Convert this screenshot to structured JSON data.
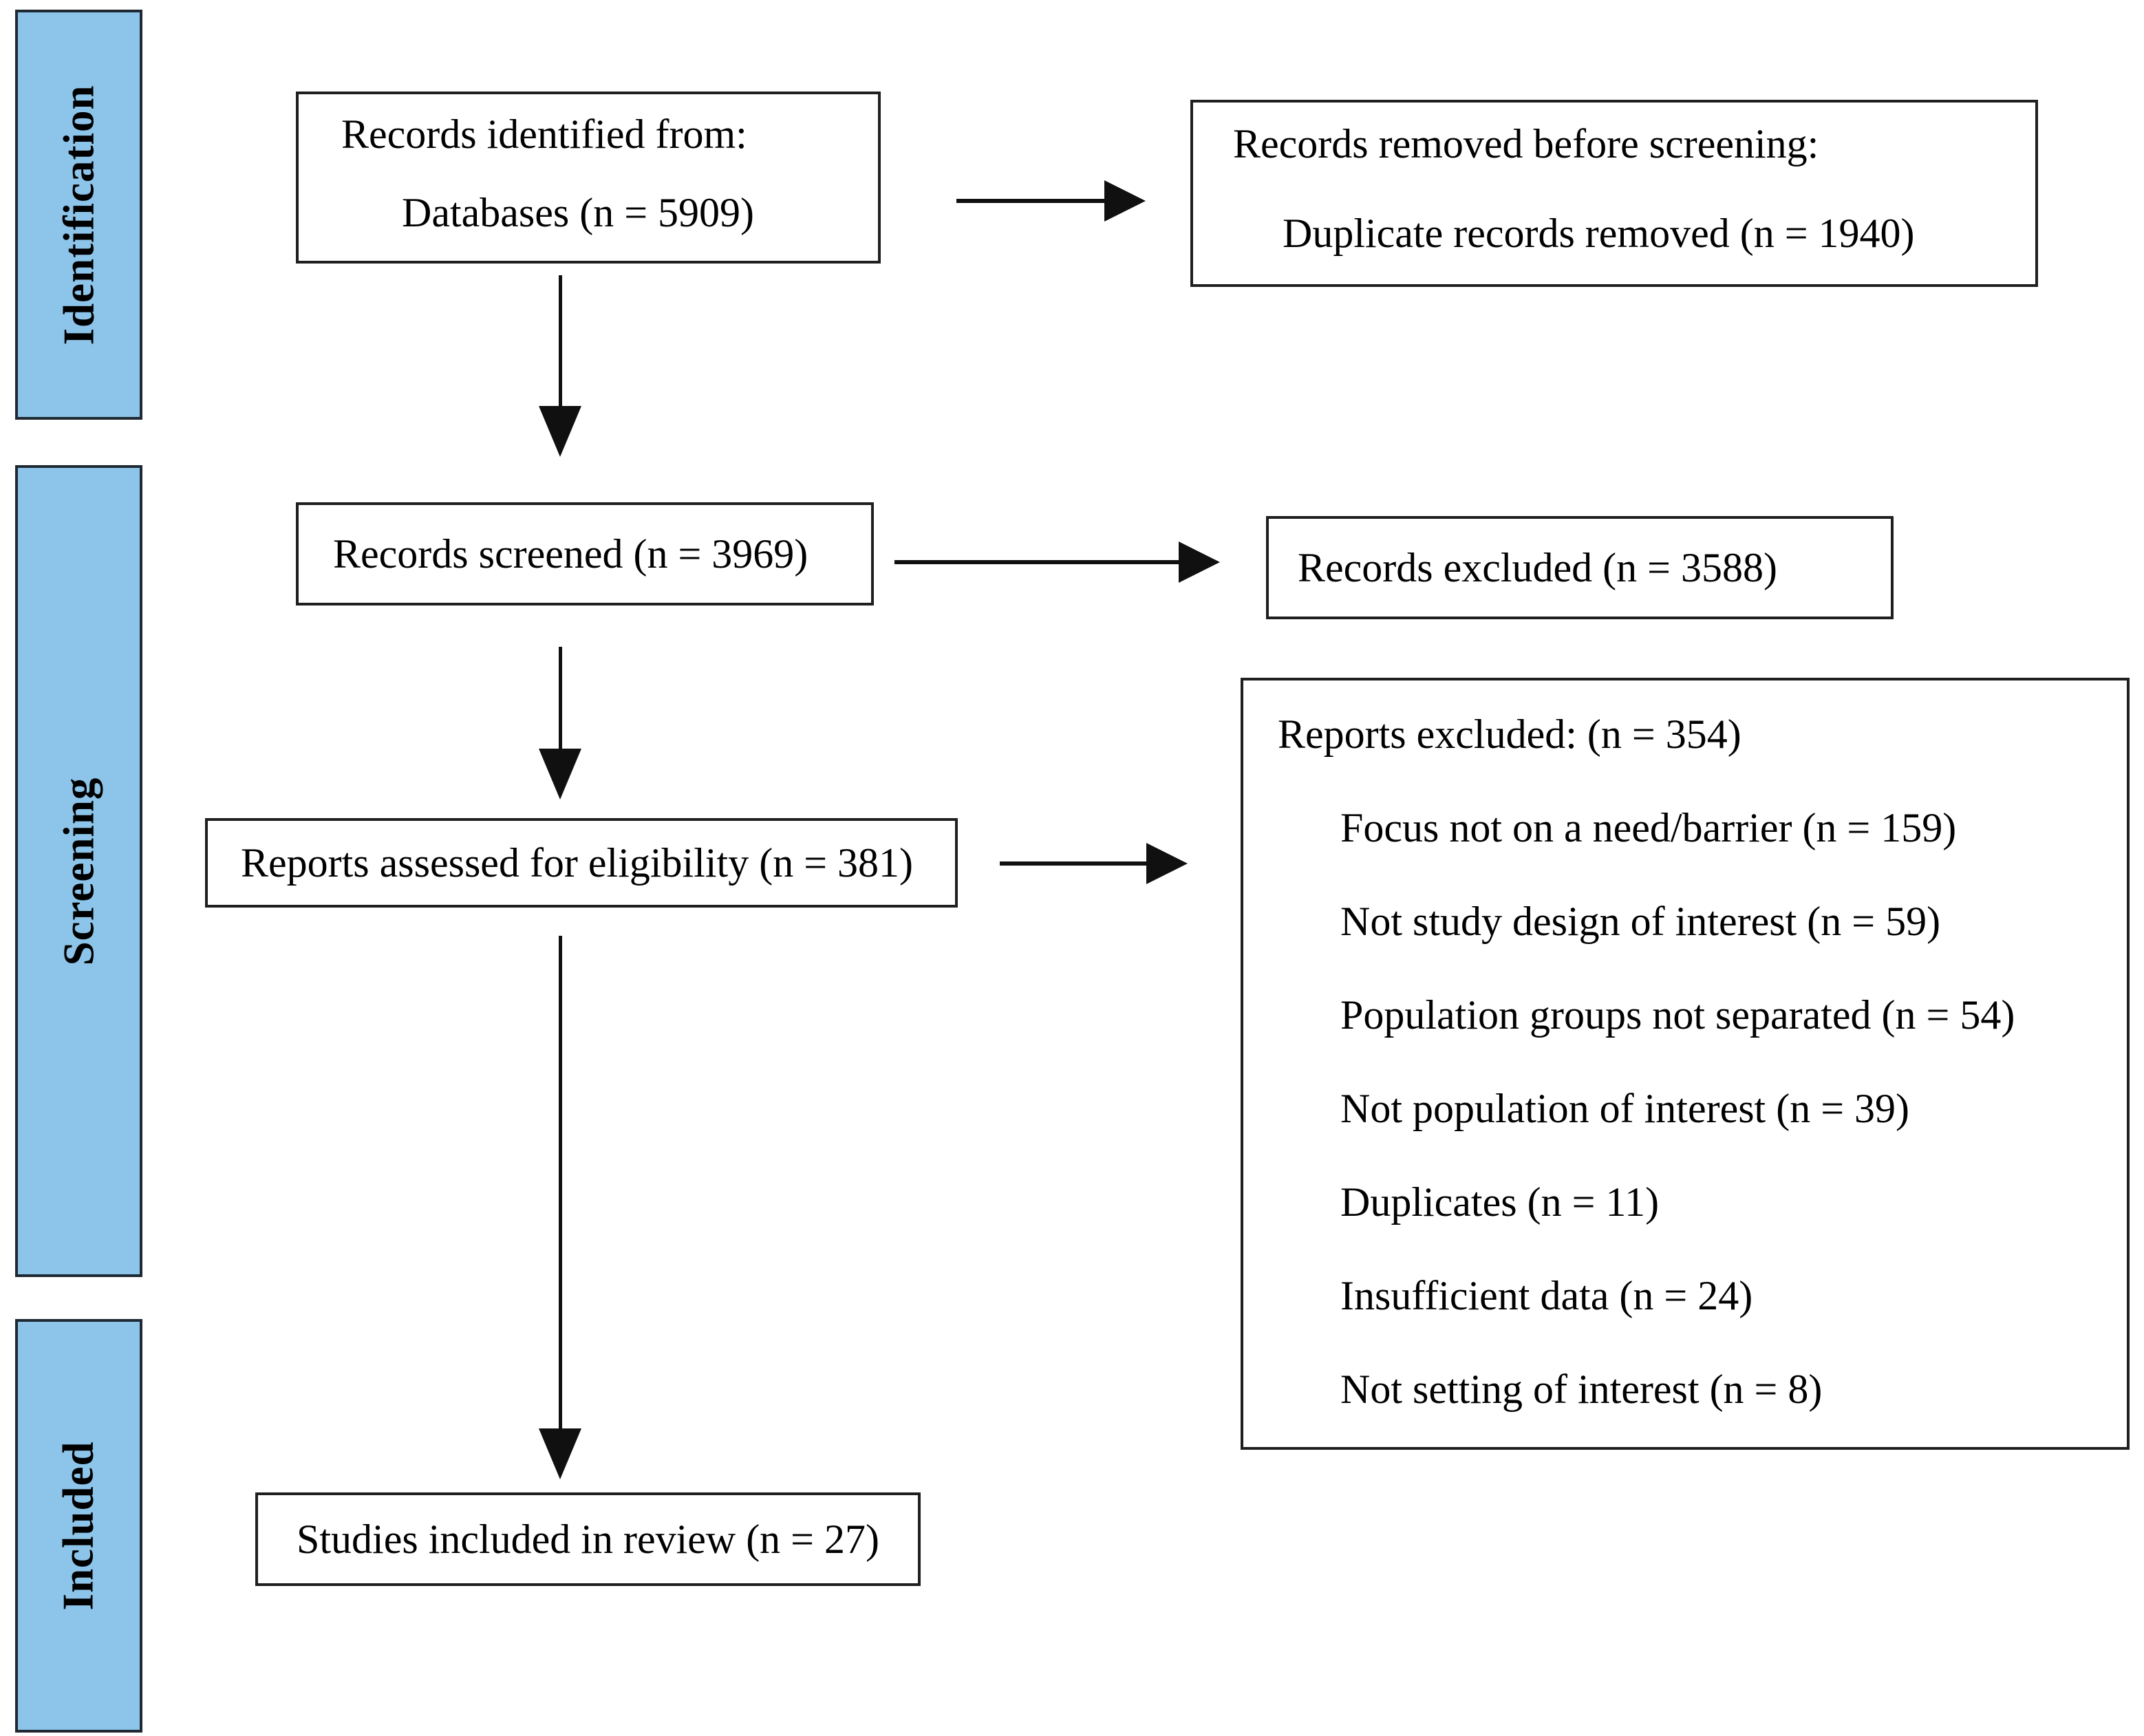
{
  "figure_type": "PRISMA flow diagram",
  "colors": {
    "sidebar_fill": "#8dc4e9",
    "box_border": "#1f1f1f",
    "background": "#ffffff",
    "arrow": "#101010"
  },
  "sidebar": {
    "labels": [
      {
        "id": "identification",
        "label": "Identification"
      },
      {
        "id": "screening",
        "label": "Screening"
      },
      {
        "id": "included",
        "label": "Included"
      }
    ]
  },
  "boxes": {
    "records_identified": {
      "line1": "Records identified from:",
      "line2": "Databases (n = 5909)"
    },
    "records_removed": {
      "line1": "Records removed before screening:",
      "line2": "Duplicate records removed (n = 1940)"
    },
    "records_screened": {
      "label": "Records screened (n = 3969)"
    },
    "records_excluded": {
      "label": "Records excluded (n = 3588)"
    },
    "reports_assessed": {
      "label": "Reports assessed for eligibility (n = 381)"
    },
    "reports_excluded": {
      "title": "Reports excluded: (n = 354)",
      "items": [
        "Focus not on a need/barrier (n = 159)",
        "Not study design of interest (n = 59)",
        "Population groups not separated (n = 54)",
        "Not population of interest (n = 39)",
        "Duplicates (n = 11)",
        "Insufficient data (n = 24)",
        "Not setting of interest (n = 8)"
      ]
    },
    "studies_included": {
      "label": "Studies included in review (n = 27)"
    }
  }
}
